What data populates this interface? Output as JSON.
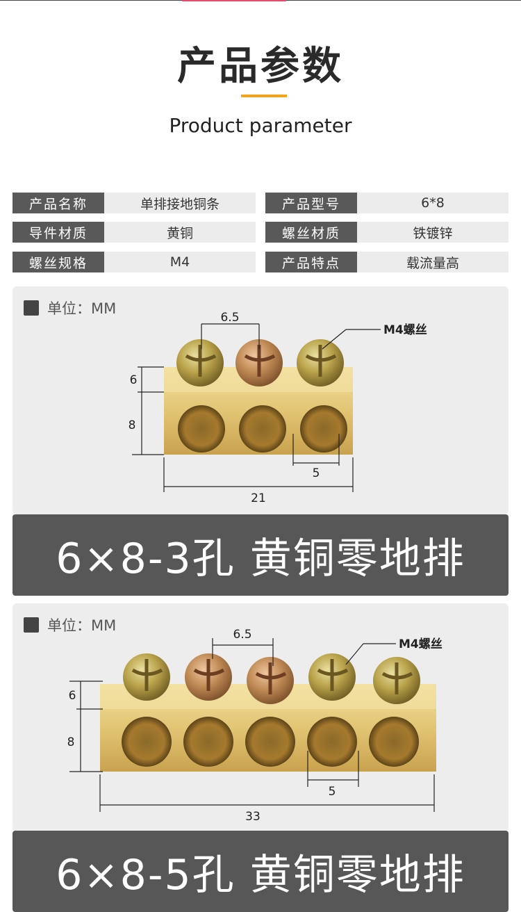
{
  "header": {
    "title": "产品参数",
    "subtitle": "Product parameter"
  },
  "params": [
    {
      "key": "产品名称",
      "value": "单排接地铜条"
    },
    {
      "key": "产品型号",
      "value": "6*8"
    },
    {
      "key": "导件材质",
      "value": "黄铜"
    },
    {
      "key": "螺丝材质",
      "value": "铁镀锌"
    },
    {
      "key": "螺丝规格",
      "value": "M4"
    },
    {
      "key": "产品特点",
      "value": "载流量高"
    }
  ],
  "product_a": {
    "unit_label": "单位：MM",
    "dims": {
      "pitch": "6.5",
      "screw": "M4螺丝",
      "height_top": "6",
      "height_bottom": "8",
      "hole": "5",
      "length": "21"
    },
    "banner": "6×8-3孔 黄铜零地排"
  },
  "product_b": {
    "unit_label": "单位：MM",
    "dims": {
      "pitch": "6.5",
      "screw": "M4螺丝",
      "height_top": "6",
      "height_bottom": "8",
      "hole": "5",
      "length": "33"
    },
    "banner": "6×8-5孔 黄铜零地排"
  },
  "colors": {
    "accent": "#f0a41a",
    "key_bg": "#595959",
    "banner_bg": "#575757",
    "brass": "#e2c777"
  }
}
